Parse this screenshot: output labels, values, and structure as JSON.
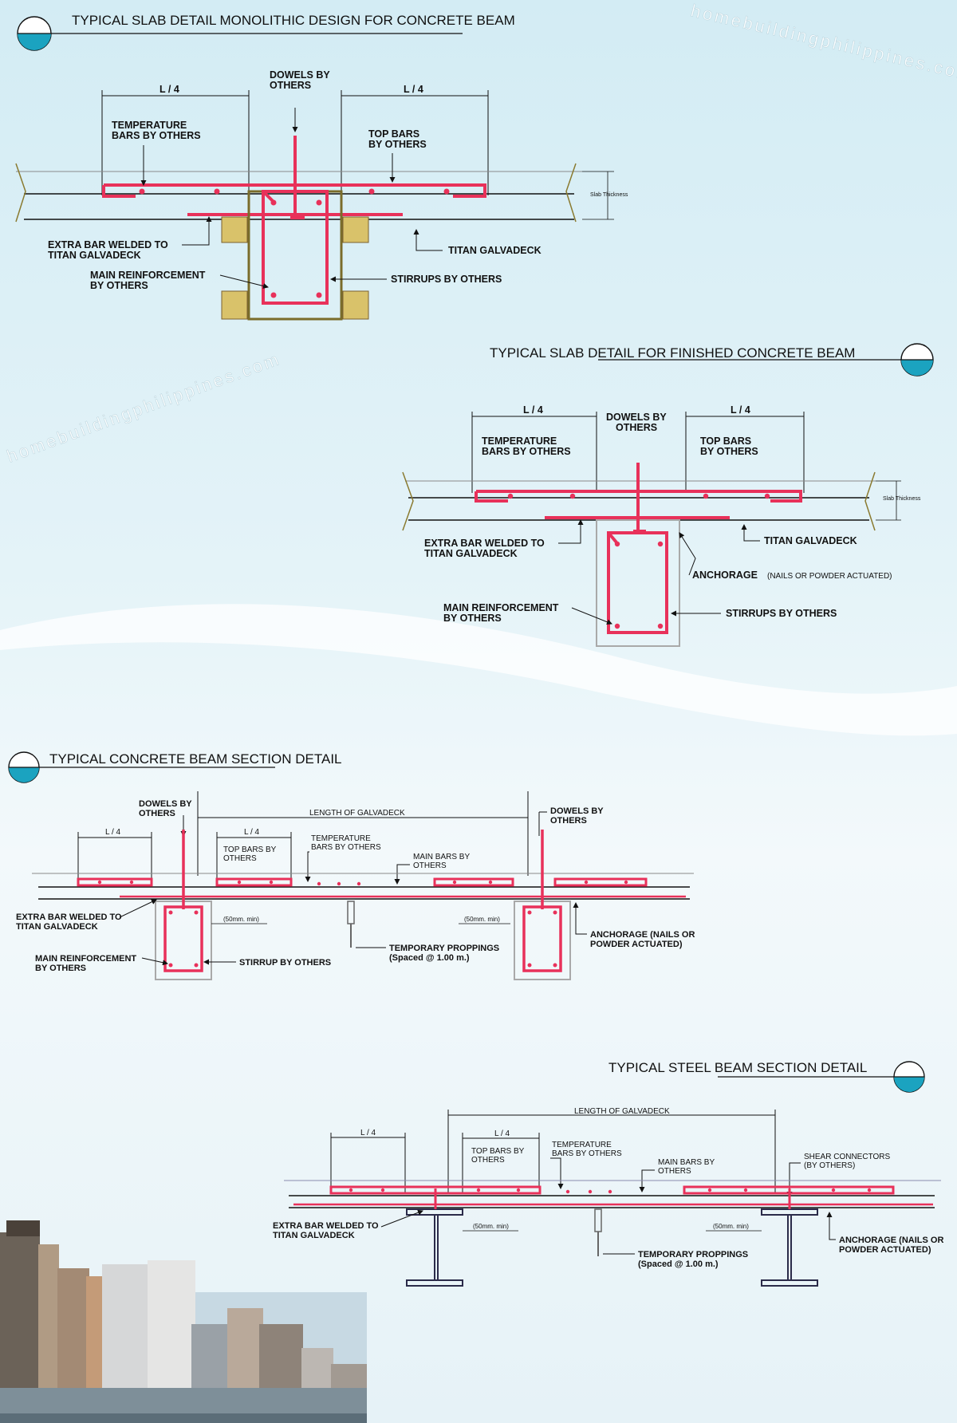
{
  "watermark": "homebuildingphilippines.com",
  "colors": {
    "rebar": "#e8315a",
    "deck": "#1a1a1a",
    "accent": "#1ba3c0",
    "timber": "#c9a640"
  },
  "d1": {
    "title": "TYPICAL SLAB DETAIL MONOLITHIC DESIGN FOR CONCRETE BEAM",
    "l4_left": "L / 4",
    "l4_right": "L / 4",
    "dowels": [
      "DOWELS BY",
      "OTHERS"
    ],
    "temp": [
      "TEMPERATURE",
      "BARS BY OTHERS"
    ],
    "top": [
      "TOP BARS",
      "BY OTHERS"
    ],
    "slab": "Slab Thickness",
    "extra": [
      "EXTRA BAR WELDED TO",
      "TITAN GALVADECK"
    ],
    "deck": "TITAN GALVADECK",
    "main": [
      "MAIN REINFORCEMENT",
      "BY OTHERS"
    ],
    "stirrups": "STIRRUPS BY OTHERS"
  },
  "d2": {
    "title": "TYPICAL SLAB DETAIL FOR FINISHED CONCRETE BEAM",
    "l4_left": "L / 4",
    "l4_right": "L / 4",
    "dowels": [
      "DOWELS BY",
      "OTHERS"
    ],
    "temp": [
      "TEMPERATURE",
      "BARS BY OTHERS"
    ],
    "top": [
      "TOP BARS",
      "BY OTHERS"
    ],
    "slab": "Slab Thickness",
    "extra": [
      "EXTRA BAR WELDED TO",
      "TITAN GALVADECK"
    ],
    "deck": "TITAN GALVADECK",
    "anchor_main": "ANCHORAGE",
    "anchor_sub": "(NAILS OR POWDER ACTUATED)",
    "main": [
      "MAIN REINFORCEMENT",
      "BY OTHERS"
    ],
    "stirrups": "STIRRUPS BY OTHERS"
  },
  "d3": {
    "title": "TYPICAL CONCRETE BEAM SECTION DETAIL",
    "dowels_l": [
      "DOWELS BY",
      "OTHERS"
    ],
    "length": "LENGTH OF GALVADECK",
    "dowels_r": [
      "DOWELS BY",
      "OTHERS"
    ],
    "l4_a": "L / 4",
    "l4_b": "L / 4",
    "top": [
      "TOP BARS BY",
      "OTHERS"
    ],
    "temp": [
      "TEMPERATURE",
      "BARS BY OTHERS"
    ],
    "mainbars": [
      "MAIN BARS BY",
      "OTHERS"
    ],
    "extra": [
      "EXTRA BAR WELDED TO",
      "TITAN GALVADECK"
    ],
    "min_l": "(50mm. min)",
    "min_r": "(50mm. min)",
    "anchor": [
      "ANCHORAGE (NAILS OR",
      "POWDER ACTUATED)"
    ],
    "main": [
      "MAIN REINFORCEMENT",
      "BY OTHERS"
    ],
    "stirrup": "STIRRUP BY OTHERS",
    "prop": [
      "TEMPORARY PROPPINGS",
      "(Spaced @ 1.00 m.)"
    ]
  },
  "d4": {
    "title": "TYPICAL STEEL BEAM SECTION DETAIL",
    "length": "LENGTH OF GALVADECK",
    "l4_a": "L / 4",
    "l4_b": "L / 4",
    "top": [
      "TOP BARS BY",
      "OTHERS"
    ],
    "temp": [
      "TEMPERATURE",
      "BARS BY OTHERS"
    ],
    "mainbars": [
      "MAIN BARS BY",
      "OTHERS"
    ],
    "shear": [
      "SHEAR CONNECTORS",
      "(BY OTHERS)"
    ],
    "extra": [
      "EXTRA BAR WELDED TO",
      "TITAN GALVADECK"
    ],
    "min_l": "(50mm. min)",
    "min_r": "(50mm. min)",
    "anchor": [
      "ANCHORAGE (NAILS OR",
      "POWDER ACTUATED)"
    ],
    "prop": [
      "TEMPORARY PROPPINGS",
      "(Spaced @ 1.00 m.)"
    ]
  }
}
